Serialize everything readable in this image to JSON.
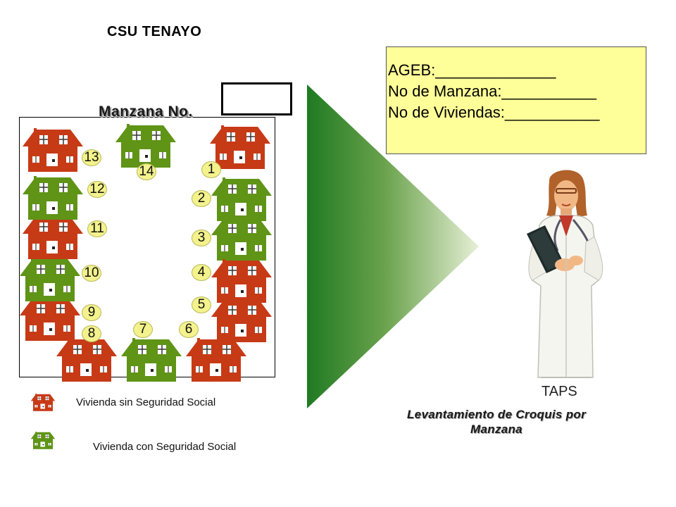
{
  "title": "CSU  TENAYO",
  "manzana_label": "Manzana  No.",
  "colors": {
    "sin_seguridad": "#c73a16",
    "con_seguridad": "#5f9416",
    "info_box_bg": "#ffff99",
    "number_badge": "#f3f28c"
  },
  "info_box": {
    "ageb": "AGEB:______________",
    "manzana": "No de Manzana:___________",
    "viviendas": "No de Viviendas:___________"
  },
  "houses": [
    {
      "number": "1",
      "type": "sin_seguridad"
    },
    {
      "number": "2",
      "type": "con_seguridad"
    },
    {
      "number": "3",
      "type": "con_seguridad"
    },
    {
      "number": "4",
      "type": "sin_seguridad"
    },
    {
      "number": "5",
      "type": "sin_seguridad"
    },
    {
      "number": "6",
      "type": "sin_seguridad"
    },
    {
      "number": "7",
      "type": "con_seguridad"
    },
    {
      "number": "8",
      "type": "sin_seguridad"
    },
    {
      "number": "9",
      "type": "sin_seguridad"
    },
    {
      "number": "10",
      "type": "con_seguridad"
    },
    {
      "number": "11",
      "type": "sin_seguridad"
    },
    {
      "number": "12",
      "type": "con_seguridad"
    },
    {
      "number": "13",
      "type": "sin_seguridad"
    },
    {
      "number": "14",
      "type": "con_seguridad"
    }
  ],
  "legend": {
    "sin": "Vivienda sin Seguridad Social",
    "con": "Vivienda con Seguridad Social"
  },
  "taps_label": "TAPS",
  "caption": "Levantamiento de Croquis por Manzana",
  "icons": {
    "house": "house-icon",
    "doctor": "doctor-illustration",
    "funnel": "funnel-arrow-shape"
  }
}
